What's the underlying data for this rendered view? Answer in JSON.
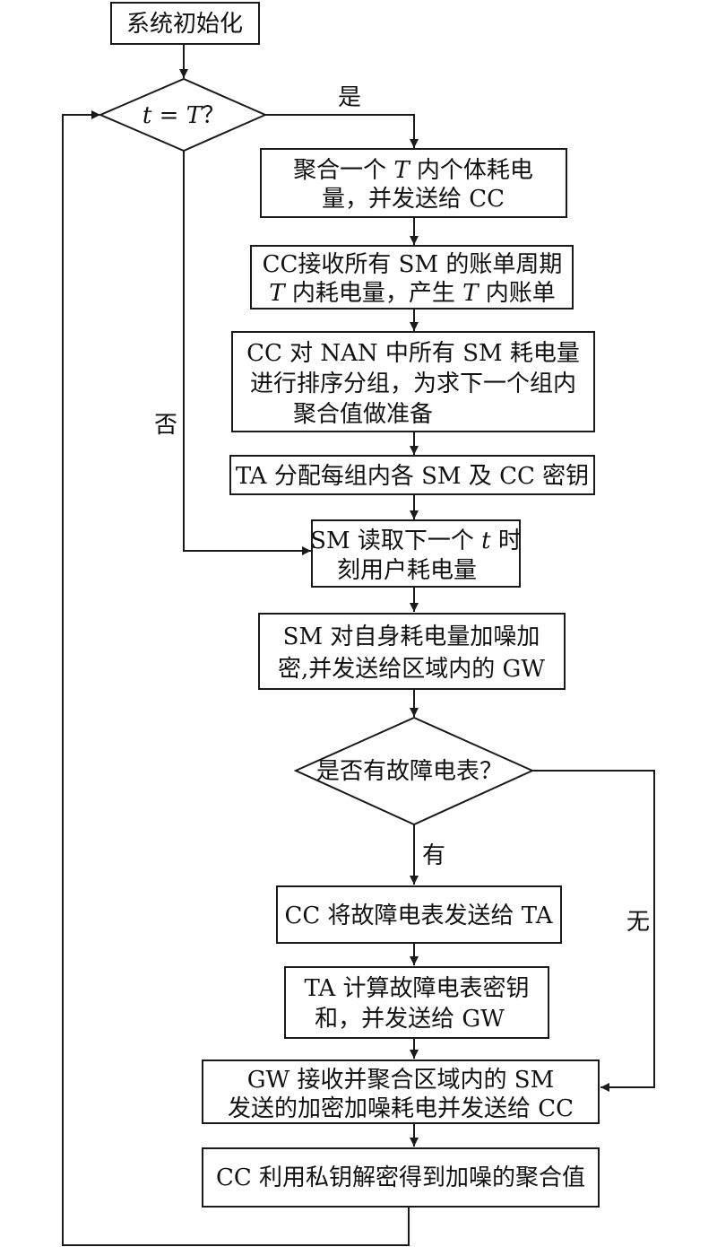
{
  "start": "系统初始化",
  "decision1": {
    "t": "t",
    "eq": " = ",
    "T": "T",
    "q": "？"
  },
  "label_yes1": "是",
  "label_no1": "否",
  "step1": {
    "l1a": "聚合一个 ",
    "l1T": "T",
    "l1b": " 内个体耗电",
    "l2": "量，并发送给 CC"
  },
  "step2": {
    "l1": "CC接收所有 SM 的账单周期",
    "l2T1": "T",
    "l2a": " 内耗电量，产生 ",
    "l2T2": "T",
    "l2b": " 内账单"
  },
  "step3": {
    "l1": "CC 对 NAN 中所有 SM 耗电量",
    "l2": "进行排序分组，为求下一个组内",
    "l3": "聚合值做准备"
  },
  "step4": "TA 分配每组内各 SM 及 CC 密钥",
  "step5": {
    "l1a": "SM 读取下一个 ",
    "l1t": "t",
    "l1b": " 时",
    "l2": "刻用户耗电量"
  },
  "step6": {
    "l1": "SM 对自身耗电量加噪加",
    "l2": "密,并发送给区域内的 GW"
  },
  "decision2": "是否有故障电表？",
  "label_yes2": "有",
  "label_no2": "无",
  "step7": "CC 将故障电表发送给 TA",
  "step8": {
    "l1": "TA 计算故障电表密钥",
    "l2": "和，并发送给 GW"
  },
  "step9": {
    "l1": "GW 接收并聚合区域内的 SM",
    "l2": "发送的加密加噪耗电并发送给 CC"
  },
  "step10": "CC 利用私钥解密得到加噪的聚合值",
  "colors": {
    "stroke": "#1a1a1a",
    "text": "#111111",
    "background": "#ffffff"
  }
}
